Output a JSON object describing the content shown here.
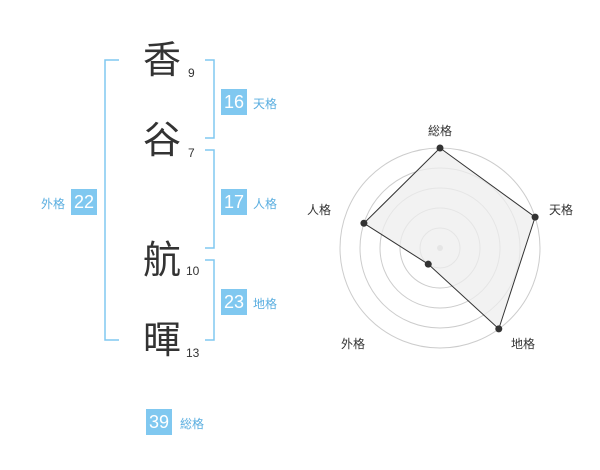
{
  "name": {
    "chars": [
      {
        "char": "香",
        "strokes": "9"
      },
      {
        "char": "谷",
        "strokes": "7"
      },
      {
        "char": "航",
        "strokes": "10"
      },
      {
        "char": "暉",
        "strokes": "13"
      }
    ]
  },
  "fortune": {
    "tenkaku": {
      "value": "16",
      "label": "天格"
    },
    "jinkaku": {
      "value": "17",
      "label": "人格"
    },
    "chikaku": {
      "value": "23",
      "label": "地格"
    },
    "gaikaku": {
      "value": "22",
      "label": "外格"
    },
    "soukaku": {
      "value": "39",
      "label": "総格"
    }
  },
  "colors": {
    "bracket": "#80c8f0",
    "badge": "#80c8f0",
    "badge_label": "#5aaee0",
    "radar_fill": "#eeeeee",
    "radar_line": "#333333",
    "grid": "#cccccc"
  },
  "chart_data": {
    "type": "radar",
    "axes": [
      "総格",
      "天格",
      "地格",
      "外格",
      "人格"
    ],
    "values": [
      5,
      5,
      5,
      1,
      4
    ],
    "rmax": 5,
    "rings": 5
  }
}
